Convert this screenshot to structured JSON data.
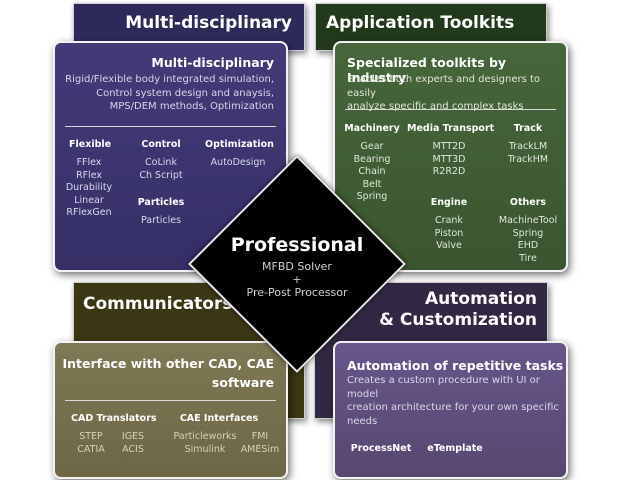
{
  "colors": {
    "md_tab": "#2d2a5a",
    "md_panel": "#3c356e",
    "app_tab": "#22391c",
    "app_panel": "#3e5a33",
    "comm_tab": "#3b3715",
    "comm_panel": "#76704e",
    "auto_tab": "#332843",
    "auto_panel": "#5e4e78"
  },
  "multidisciplinary": {
    "tab_title": "Multi-disciplinary",
    "title": "Multi-disciplinary",
    "description": [
      "Rigid/Flexible body integrated simulation,",
      "Control system design and anaysis,",
      "MPS/DEM methods, Optimization"
    ],
    "flexible": {
      "head": "Flexible",
      "items": [
        "FFlex",
        "RFlex",
        "Durability",
        "Linear",
        "RFlexGen"
      ]
    },
    "control": {
      "head": "Control",
      "items": [
        "CoLink",
        "Ch Script"
      ]
    },
    "particles": {
      "head": "Particles",
      "items": [
        "Particles"
      ]
    },
    "optimization": {
      "head": "Optimization",
      "items": [
        "AutoDesign"
      ]
    }
  },
  "application": {
    "tab_title": "Application Toolkits",
    "title": "Specialized toolkits by Industry",
    "description": [
      "Enables both experts and designers to easily",
      "analyze specific and complex tasks"
    ],
    "machinery": {
      "head": "Machinery",
      "items": [
        "Gear",
        "Bearing",
        "Chain",
        "Belt",
        "Spring"
      ]
    },
    "media": {
      "head": "Media Transport",
      "items": [
        "MTT2D",
        "MTT3D",
        "R2R2D"
      ]
    },
    "track": {
      "head": "Track",
      "items": [
        "TrackLM",
        "TrackHM"
      ]
    },
    "engine": {
      "head": "Engine",
      "items": [
        "Crank",
        "Piston",
        "Valve"
      ]
    },
    "others": {
      "head": "Others",
      "items": [
        "MachineTool",
        "Spring",
        "EHD",
        "Tire"
      ]
    }
  },
  "center": {
    "title": "Professional",
    "line1": "MFBD Solver",
    "plus": "+",
    "line2": "Pre-Post Processor"
  },
  "communicators": {
    "tab_title": "Communicators",
    "title_line1": "Interface with other CAD, CAE",
    "title_line2": "software",
    "cad": {
      "head": "CAD Translators",
      "col1": [
        "STEP",
        "CATIA"
      ],
      "col2": [
        "IGES",
        "ACIS"
      ]
    },
    "cae": {
      "head": "CAE Interfaces",
      "col1": [
        "Particleworks",
        "Simulink"
      ],
      "col2": [
        "FMI",
        "AMESim"
      ]
    }
  },
  "automation": {
    "tab_line1": "Automation",
    "tab_line2": "& Customization",
    "title": "Automation of repetitive tasks",
    "description": [
      "Creates a custom procedure with UI or model",
      "creation architecture for your own specific",
      "needs"
    ],
    "items": [
      "ProcessNet",
      "eTemplate"
    ]
  }
}
